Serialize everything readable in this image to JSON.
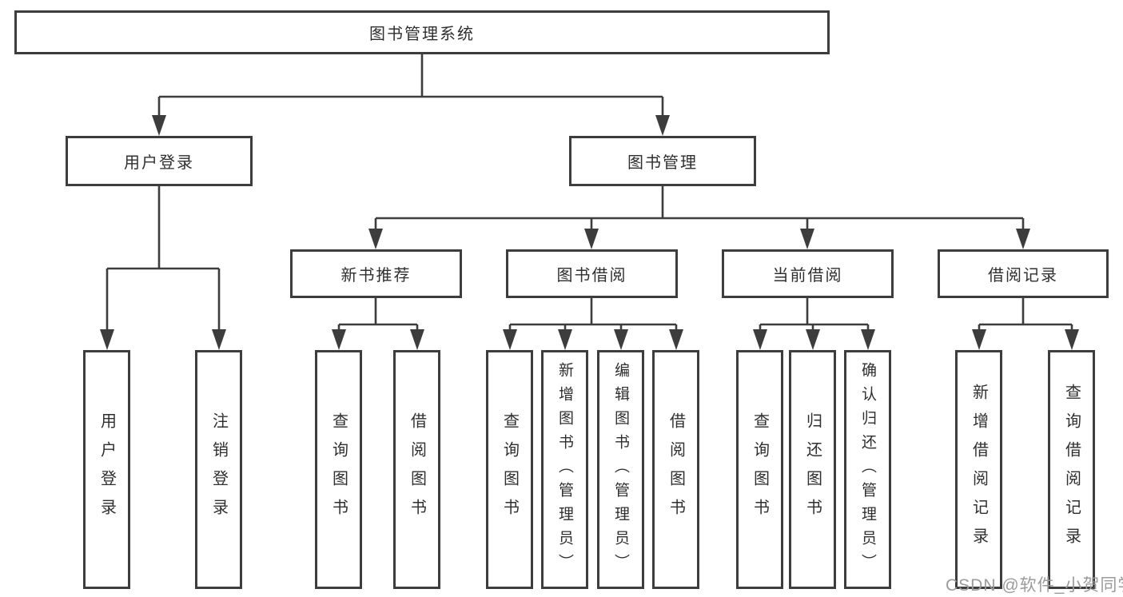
{
  "tree": {
    "root": {
      "label": "图书管理系统",
      "children": [
        {
          "label": "用户登录",
          "children": [
            {
              "label": "用户登录"
            },
            {
              "label": "注销登录"
            }
          ]
        },
        {
          "label": "图书管理",
          "children": [
            {
              "label": "新书推荐",
              "children": [
                {
                  "label": "查询图书"
                },
                {
                  "label": "借阅图书"
                }
              ]
            },
            {
              "label": "图书借阅",
              "children": [
                {
                  "label": "查询图书"
                },
                {
                  "label": "新增图书（管理员）"
                },
                {
                  "label": "编辑图书（管理员）"
                },
                {
                  "label": "借阅图书"
                }
              ]
            },
            {
              "label": "当前借阅",
              "children": [
                {
                  "label": "查询图书"
                },
                {
                  "label": "归还图书"
                },
                {
                  "label": "确认归还（管理员）"
                }
              ]
            },
            {
              "label": "借阅记录",
              "children": [
                {
                  "label": "新增借阅记录"
                },
                {
                  "label": "查询借阅记录"
                }
              ]
            }
          ]
        }
      ]
    }
  },
  "watermark": "CSDN @软件_小贺同学",
  "colors": {
    "line": "#3d3d3d",
    "box_border": "#3d3d3d",
    "text": "#2f2f2f",
    "watermark": "#9b9b9b",
    "background": "#ffffff"
  }
}
